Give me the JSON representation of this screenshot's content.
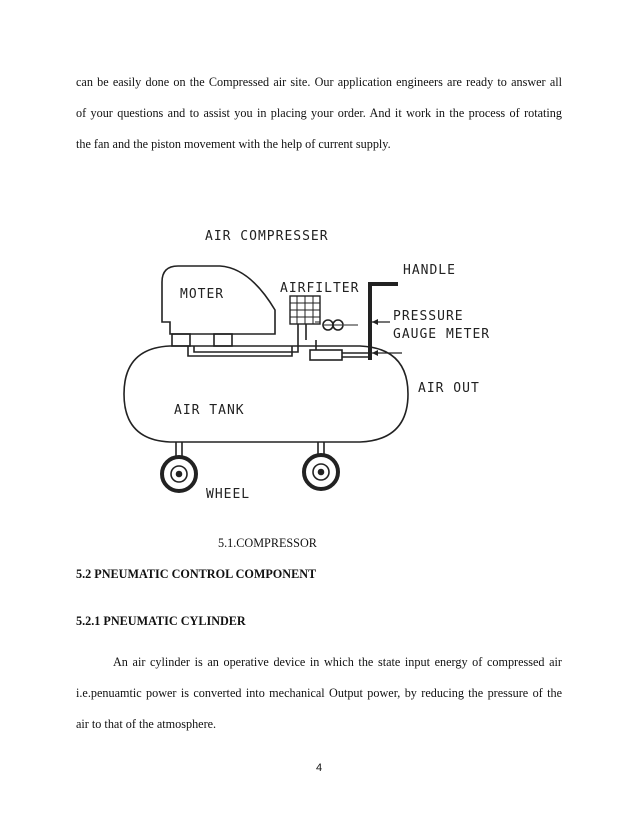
{
  "paragraph_top": [
    "can be easily done on the Compressed air site. Our application engineers are ready to answer all",
    "of your questions and to assist you in placing your order. And it work in the process of rotating",
    "the fan and the piston movement  with the help of current supply."
  ],
  "figure": {
    "labels": {
      "title": "AIR COMPRESSER",
      "handle": "HANDLE",
      "airfilter": "AIRFILTER",
      "moter": "MOTER",
      "pressure": "PRESSURE",
      "gauge": "GAUGE METER",
      "air_out": "AIR OUT",
      "air_tank": "AIR TANK",
      "wheel": "WHEEL"
    }
  },
  "caption": "5.1.COMPRESSOR",
  "heading_52": "5.2 PNEUMATIC CONTROL COMPONENT",
  "heading_521": "5.2.1 PNEUMATIC CYLINDER",
  "paragraph_cylinder": [
    "An air cylinder is an operative device in which the state input energy of compressed air",
    "i.e.penuamtic power is converted into mechanical Output power, by reducing the pressure of the",
    "air to that of the atmosphere."
  ],
  "page_number": "4"
}
